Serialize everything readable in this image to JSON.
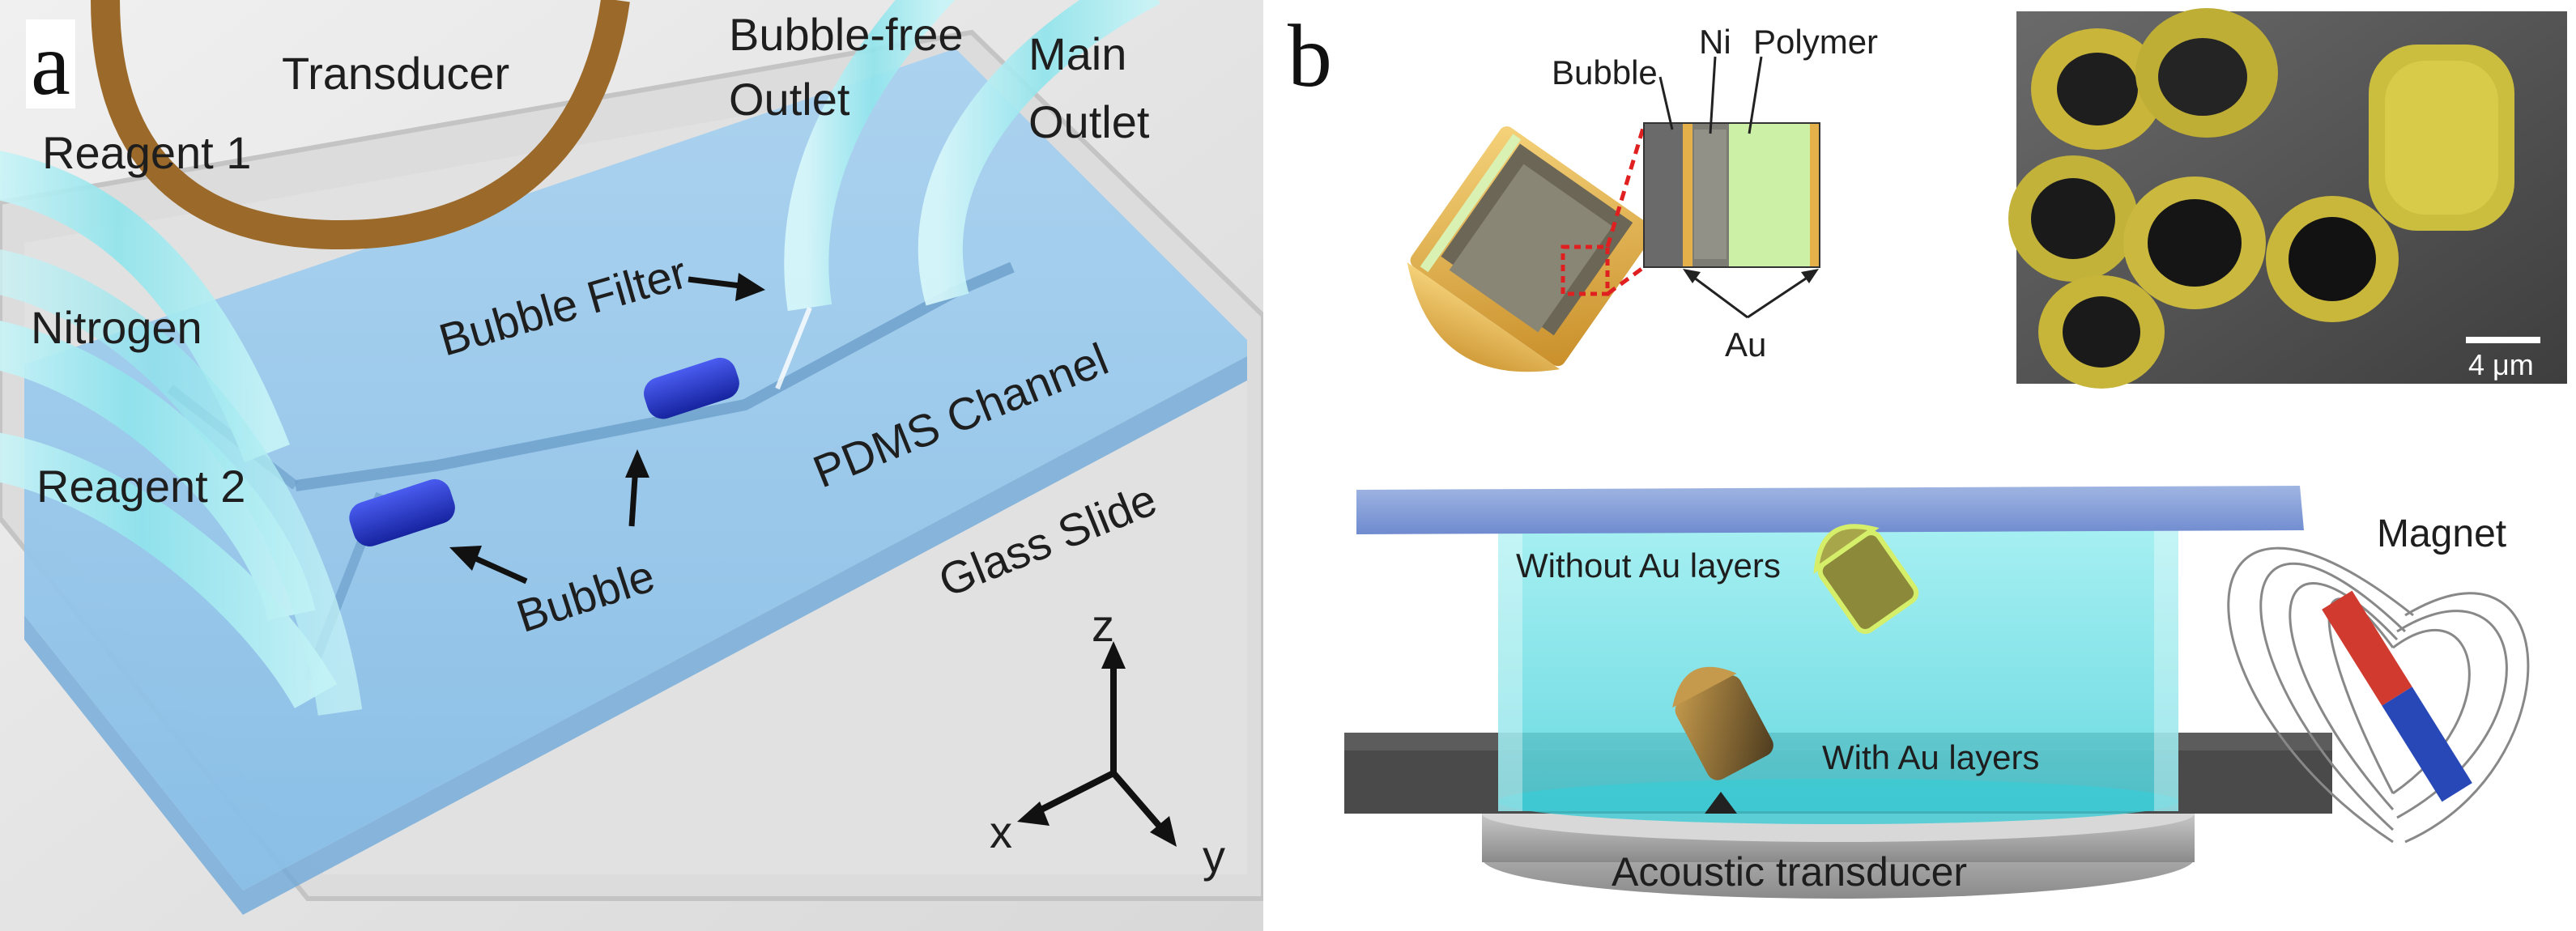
{
  "panel_a": {
    "panel_label": "a",
    "labels": {
      "transducer": "Transducer",
      "bubble_free_outlet_1": "Bubble-free",
      "bubble_free_outlet_2": "Outlet",
      "main_outlet_1": "Main",
      "main_outlet_2": "Outlet",
      "reagent1": "Reagent 1",
      "nitrogen": "Nitrogen",
      "reagent2": "Reagent 2",
      "bubble_filter": "Bubble Filter",
      "pdms_channel": "PDMS Channel",
      "bubble": "Bubble",
      "glass_slide": "Glass Slide"
    },
    "axes": {
      "z": "z",
      "x": "x",
      "y": "y"
    }
  },
  "panel_b": {
    "panel_label": "b",
    "labels": {
      "bubble": "Bubble",
      "ni": "Ni",
      "polymer": "Polymer",
      "au": "Au",
      "scale_bar": "4 μm",
      "without_au": "Without Au layers",
      "with_au": "With Au layers",
      "acoustic_transducer": "Acoustic transducer",
      "magnet": "Magnet"
    }
  },
  "colors": {
    "channel_blue": "#8fc2ea",
    "tubing_cyan": "#9fe8ee",
    "transducer_ring": "#9b6a2a",
    "bubble_navy": "#1f2fb0",
    "gold": "#e5b24a",
    "sem_yellow": "#c9b53a",
    "fluid_cyan": "#69dde4",
    "magnet_red": "#d13a2e",
    "magnet_blue": "#2948b8",
    "polymer_green": "#ccf0a6"
  }
}
